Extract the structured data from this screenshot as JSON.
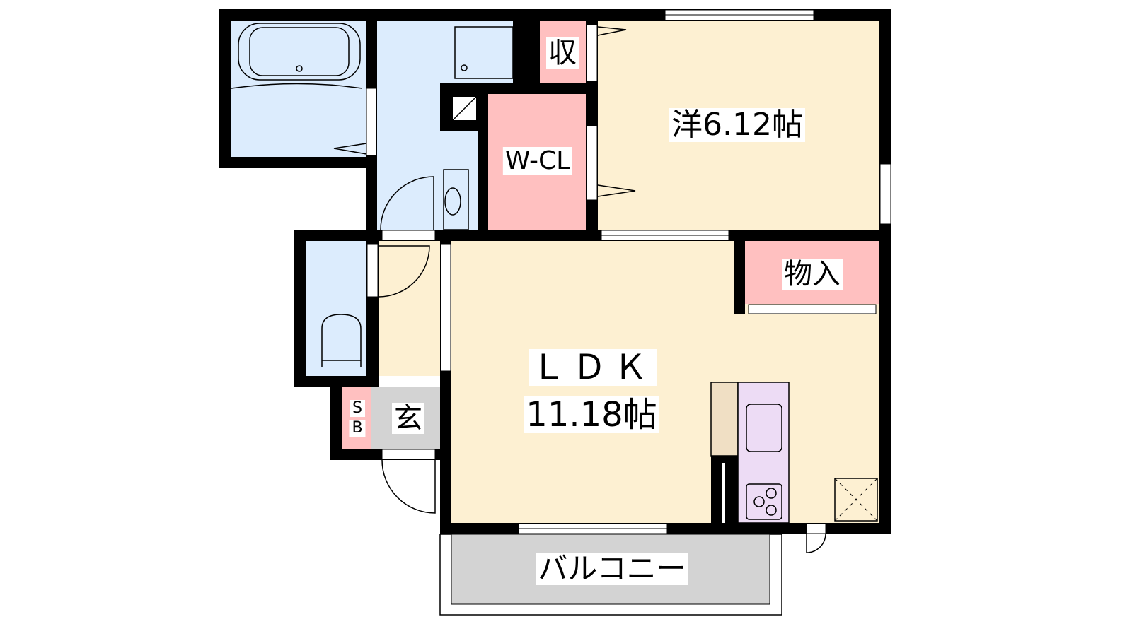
{
  "rooms": {
    "western": "洋6.12帖",
    "storage_small": "収",
    "walk_in_closet": "W-CL",
    "ldk_name": "ＬＤＫ",
    "ldk_size": "11.18帖",
    "closet": "物入",
    "entrance": "玄",
    "shoe_box_s": "S",
    "shoe_box_b": "B",
    "balcony": "バルコニー"
  },
  "colors": {
    "wet_area": "#dcecfd",
    "room": "#fdf0d2",
    "storage": "#ffc0c0",
    "entrance": "#d3d3d3",
    "kitchen": "#eddcf5",
    "fridge": "#f0dfc4",
    "balcony": "#d3d3d3"
  }
}
